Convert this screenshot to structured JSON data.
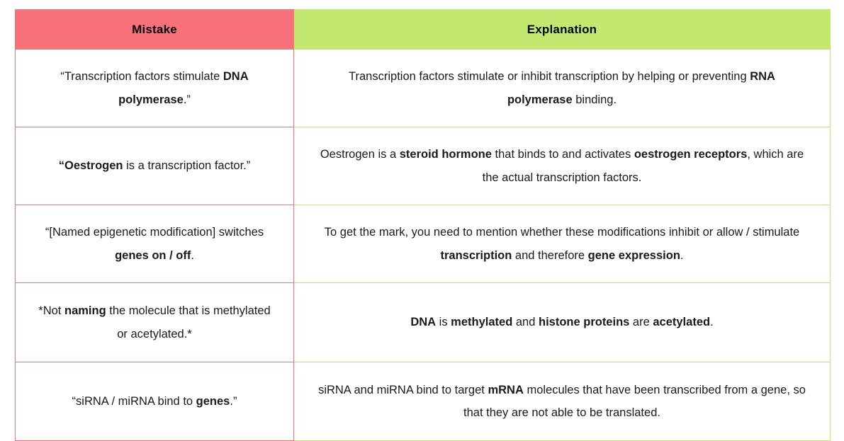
{
  "table": {
    "headers": {
      "mistake": "Mistake",
      "explanation": "Explanation"
    },
    "colors": {
      "mistake_header_bg": "#F9717A",
      "explanation_header_bg": "#C3E870",
      "mistake_border": "#F9717A",
      "explanation_border": "#C3E870",
      "cell_bg": "#FFFFFF",
      "text": "#1A1A1A"
    },
    "rows": [
      {
        "mistake_parts": [
          {
            "text": "“Transcription factors stimulate ",
            "bold": false
          },
          {
            "text": "DNA polymerase",
            "bold": true
          },
          {
            "text": ".”",
            "bold": false
          }
        ],
        "explanation_parts": [
          {
            "text": "Transcription factors stimulate or inhibit transcription by helping or preventing ",
            "bold": false
          },
          {
            "text": "RNA polymerase",
            "bold": true
          },
          {
            "text": " binding.",
            "bold": false
          }
        ]
      },
      {
        "mistake_parts": [
          {
            "text": "“Oestrogen",
            "bold": true
          },
          {
            "text": " is a transcription factor.”",
            "bold": false
          }
        ],
        "explanation_parts": [
          {
            "text": "Oestrogen is a ",
            "bold": false
          },
          {
            "text": "steroid hormone",
            "bold": true
          },
          {
            "text": " that binds to and activates ",
            "bold": false
          },
          {
            "text": "oestrogen receptors",
            "bold": true
          },
          {
            "text": ", which are the actual transcription factors.",
            "bold": false
          }
        ]
      },
      {
        "mistake_parts": [
          {
            "text": "“[Named epigenetic modification] switches ",
            "bold": false
          },
          {
            "text": "genes on / off",
            "bold": true
          },
          {
            "text": ".",
            "bold": false
          }
        ],
        "explanation_parts": [
          {
            "text": "To get the mark, you need to mention whether these modifications inhibit or allow / stimulate ",
            "bold": false
          },
          {
            "text": "transcription",
            "bold": true
          },
          {
            "text": " and therefore ",
            "bold": false
          },
          {
            "text": "gene expression",
            "bold": true
          },
          {
            "text": ".",
            "bold": false
          }
        ]
      },
      {
        "mistake_parts": [
          {
            "text": "*Not ",
            "bold": false
          },
          {
            "text": "naming",
            "bold": true
          },
          {
            "text": " the molecule that is methylated or acetylated.*",
            "bold": false
          }
        ],
        "explanation_parts": [
          {
            "text": "DNA",
            "bold": true
          },
          {
            "text": " is ",
            "bold": false
          },
          {
            "text": "methylated",
            "bold": true
          },
          {
            "text": " and ",
            "bold": false
          },
          {
            "text": "histone proteins",
            "bold": true
          },
          {
            "text": " are ",
            "bold": false
          },
          {
            "text": "acetylated",
            "bold": true
          },
          {
            "text": ".",
            "bold": false
          }
        ]
      },
      {
        "mistake_parts": [
          {
            "text": "“siRNA / miRNA bind to ",
            "bold": false
          },
          {
            "text": "genes",
            "bold": true
          },
          {
            "text": ".”",
            "bold": false
          }
        ],
        "explanation_parts": [
          {
            "text": "siRNA and miRNA bind to target ",
            "bold": false
          },
          {
            "text": "mRNA",
            "bold": true
          },
          {
            "text": " molecules that have been transcribed from a gene, so that they are not able to be translated.",
            "bold": false
          }
        ]
      }
    ]
  }
}
